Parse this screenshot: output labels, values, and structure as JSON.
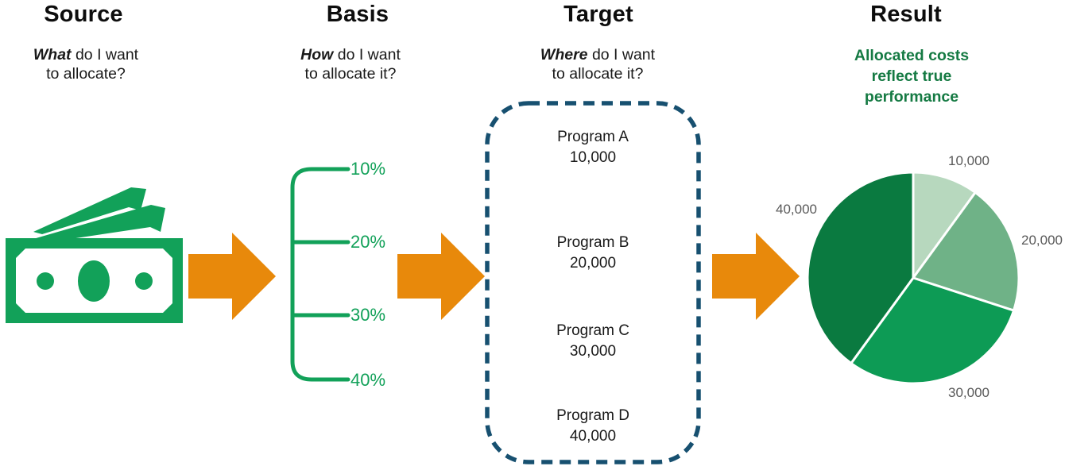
{
  "columns": {
    "source": {
      "title": "Source",
      "subtitle": {
        "emphasis": "What",
        "rest": " do I want",
        "line2": "to allocate?"
      }
    },
    "basis": {
      "title": "Basis",
      "subtitle": {
        "emphasis": "How",
        "rest": " do I want",
        "line2": "to allocate it?"
      },
      "percents": [
        "10%",
        "20%",
        "30%",
        "40%"
      ]
    },
    "target": {
      "title": "Target",
      "subtitle": {
        "emphasis": "Where",
        "rest": " do I want",
        "line2": "to allocate it?"
      },
      "programs": [
        {
          "name": "Program A",
          "value": "10,000"
        },
        {
          "name": "Program B",
          "value": "20,000"
        },
        {
          "name": "Program C",
          "value": "30,000"
        },
        {
          "name": "Program D",
          "value": "40,000"
        }
      ]
    },
    "result": {
      "title": "Result",
      "subtitle_lines": [
        "Allocated costs",
        "reflect true",
        "performance"
      ]
    }
  },
  "icons": {
    "money": "money-bills-icon",
    "arrow": "arrow-right-icon",
    "bracket": "allocation-bracket-icon"
  },
  "colors": {
    "green": "#12A159",
    "result_text_green": "#157A43",
    "arrow_orange": "#E8890B",
    "target_border_navy": "#175070",
    "pie_label_gray": "#595959",
    "pie_slices": [
      "#B7D8BE",
      "#6FB287",
      "#0D9B55",
      "#0A7A40"
    ]
  },
  "chart_data": {
    "type": "pie",
    "labels": [
      "10,000",
      "20,000",
      "30,000",
      "40,000"
    ],
    "values": [
      10000,
      20000,
      30000,
      40000
    ],
    "colors": [
      "#B7D8BE",
      "#6FB287",
      "#0D9B55",
      "#0A7A40"
    ],
    "start_angle_deg": -90,
    "direction": "clockwise",
    "legend": "none",
    "label_style": "outside"
  }
}
